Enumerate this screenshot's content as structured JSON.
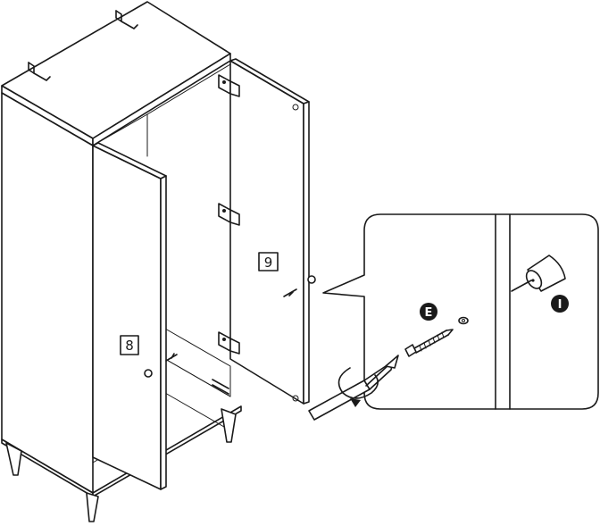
{
  "panels": {
    "left_door_label": "8",
    "right_door_label": "9"
  },
  "parts": {
    "screw_badge": "E",
    "knob_badge": "I"
  },
  "colors": {
    "line": "#1a1a1a",
    "background": "#ffffff"
  }
}
